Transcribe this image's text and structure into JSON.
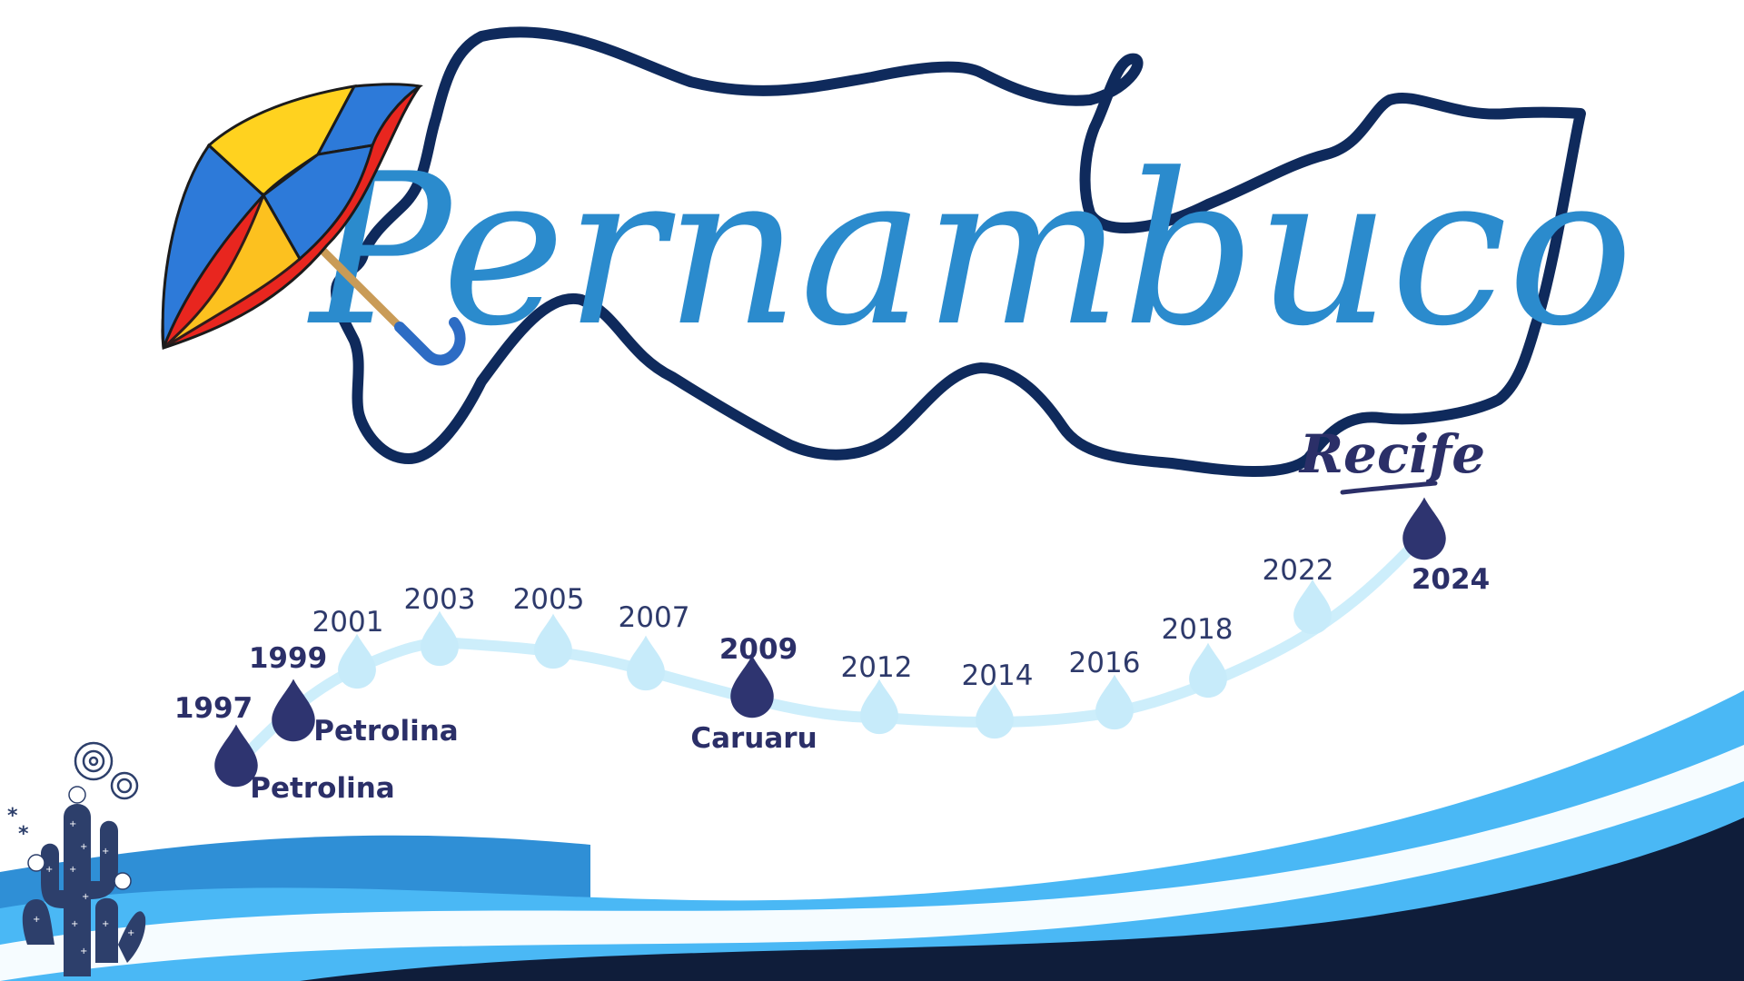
{
  "title": "Pernambuco",
  "destination_label": "Recife",
  "colors": {
    "title": "#2b8bcd",
    "outline": "#0f2a5c",
    "path": "#cdeefb",
    "highlight_drop": "#2e3470",
    "plain_drop": "#c7ebfa",
    "wave_light": "#4ab8f5",
    "wave_dark": "#0f1d3a",
    "cactus": "#2d3f6b"
  },
  "timeline": [
    {
      "year": "1997",
      "city": "Petrolina",
      "highlight": true
    },
    {
      "year": "1999",
      "city": "Petrolina",
      "highlight": true
    },
    {
      "year": "2001",
      "city": "",
      "highlight": false
    },
    {
      "year": "2003",
      "city": "",
      "highlight": false
    },
    {
      "year": "2005",
      "city": "",
      "highlight": false
    },
    {
      "year": "2007",
      "city": "",
      "highlight": false
    },
    {
      "year": "2009",
      "city": "Caruaru",
      "highlight": true
    },
    {
      "year": "2012",
      "city": "",
      "highlight": false
    },
    {
      "year": "2014",
      "city": "",
      "highlight": false
    },
    {
      "year": "2016",
      "city": "",
      "highlight": false
    },
    {
      "year": "2018",
      "city": "",
      "highlight": false
    },
    {
      "year": "2022",
      "city": "",
      "highlight": false
    },
    {
      "year": "2024",
      "city": "",
      "highlight": true
    }
  ],
  "icons": [
    "umbrella-icon",
    "cactus-icon",
    "flower-icon"
  ]
}
